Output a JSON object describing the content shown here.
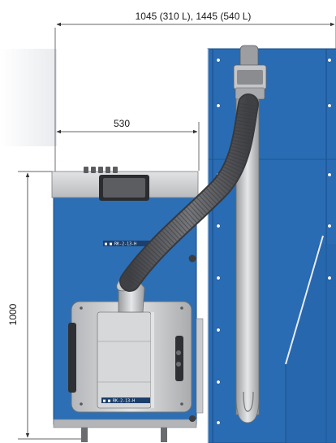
{
  "dimensions": {
    "total_width": "1045 (310 L), 1445 (540 L)",
    "boiler_width": "530",
    "height": "1000"
  },
  "labels": {
    "plate_upper": "■ ■ RK-2-13-H",
    "plate_lower": "■ ■ RK-2-13-H"
  },
  "colors": {
    "boiler_blue": "#2d6fb4",
    "hopper_blue": "#2a6cb3",
    "hose": "#5e5f63",
    "dimension_line": "#333333"
  }
}
